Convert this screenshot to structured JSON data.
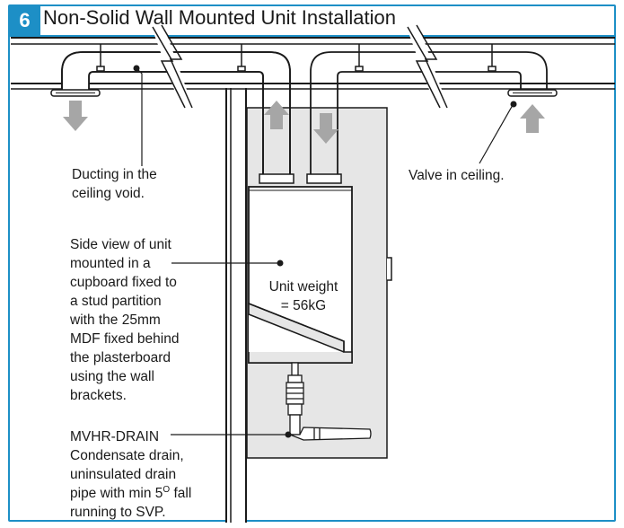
{
  "header": {
    "step_number": "6",
    "title": "Non-Solid Wall Mounted Unit Installation"
  },
  "labels": {
    "ducting": [
      "Ducting in the",
      "ceiling void."
    ],
    "valve": [
      "Valve in ceiling."
    ],
    "unit_weight": [
      "Unit weight",
      "= 56kG"
    ],
    "side_view": [
      "Side view of unit",
      "mounted in a",
      "cupboard fixed to",
      "a stud partition",
      "with the 25mm",
      "MDF fixed behind",
      "the plasterboard",
      "using the wall",
      "brackets."
    ],
    "drain": {
      "line1": "MVHR-DRAIN",
      "line2": "Condensate drain,",
      "line3": "uninsulated drain",
      "line4_prefix": "pipe with min 5",
      "line4_sup": "O",
      "line4_suffix": " fall",
      "line5": "running to SVP."
    }
  },
  "colors": {
    "accent": "#1d8fc6",
    "arrow": "#a6a6a6",
    "panel": "#e6e6e6",
    "line": "#1a1a1a"
  }
}
